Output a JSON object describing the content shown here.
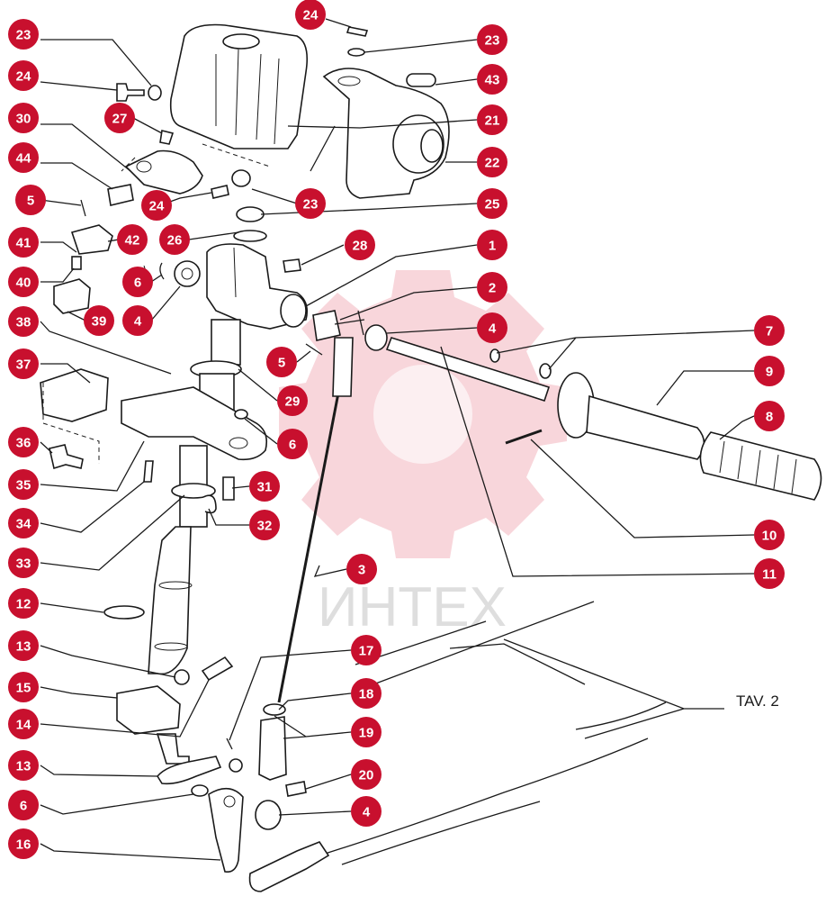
{
  "colors": {
    "badge": "#c8102e",
    "badge_text": "#ffffff",
    "ink": "#1a1a1a",
    "watermark": "#f2b5bd",
    "watermark_text": "#d9d9d9"
  },
  "watermark": {
    "text": "ИНТЕХ"
  },
  "reference": {
    "label": "TAV. 2"
  },
  "callouts": [
    {
      "id": "c-23a",
      "num": "23"
    },
    {
      "id": "c-24a",
      "num": "24"
    },
    {
      "id": "c-30",
      "num": "30"
    },
    {
      "id": "c-27",
      "num": "27"
    },
    {
      "id": "c-44",
      "num": "44"
    },
    {
      "id": "c-5a",
      "num": "5"
    },
    {
      "id": "c-24b",
      "num": "24"
    },
    {
      "id": "c-41",
      "num": "41"
    },
    {
      "id": "c-42",
      "num": "42"
    },
    {
      "id": "c-40",
      "num": "40"
    },
    {
      "id": "c-6a",
      "num": "6"
    },
    {
      "id": "c-4a",
      "num": "4"
    },
    {
      "id": "c-39",
      "num": "39"
    },
    {
      "id": "c-38",
      "num": "38"
    },
    {
      "id": "c-37",
      "num": "37"
    },
    {
      "id": "c-36",
      "num": "36"
    },
    {
      "id": "c-35",
      "num": "35"
    },
    {
      "id": "c-34",
      "num": "34"
    },
    {
      "id": "c-33",
      "num": "33"
    },
    {
      "id": "c-12",
      "num": "12"
    },
    {
      "id": "c-13a",
      "num": "13"
    },
    {
      "id": "c-15",
      "num": "15"
    },
    {
      "id": "c-14",
      "num": "14"
    },
    {
      "id": "c-13b",
      "num": "13"
    },
    {
      "id": "c-6b",
      "num": "6"
    },
    {
      "id": "c-16",
      "num": "16"
    },
    {
      "id": "c-24c",
      "num": "24"
    },
    {
      "id": "c-23b",
      "num": "23"
    },
    {
      "id": "c-43",
      "num": "43"
    },
    {
      "id": "c-21",
      "num": "21"
    },
    {
      "id": "c-22",
      "num": "22"
    },
    {
      "id": "c-23c",
      "num": "23"
    },
    {
      "id": "c-25",
      "num": "25"
    },
    {
      "id": "c-26",
      "num": "26"
    },
    {
      "id": "c-28",
      "num": "28"
    },
    {
      "id": "c-1",
      "num": "1"
    },
    {
      "id": "c-2",
      "num": "2"
    },
    {
      "id": "c-4b",
      "num": "4"
    },
    {
      "id": "c-5b",
      "num": "5"
    },
    {
      "id": "c-7",
      "num": "7"
    },
    {
      "id": "c-9",
      "num": "9"
    },
    {
      "id": "c-29",
      "num": "29"
    },
    {
      "id": "c-8",
      "num": "8"
    },
    {
      "id": "c-6c",
      "num": "6"
    },
    {
      "id": "c-31",
      "num": "31"
    },
    {
      "id": "c-32",
      "num": "32"
    },
    {
      "id": "c-10",
      "num": "10"
    },
    {
      "id": "c-11",
      "num": "11"
    },
    {
      "id": "c-3",
      "num": "3"
    },
    {
      "id": "c-17",
      "num": "17"
    },
    {
      "id": "c-18",
      "num": "18"
    },
    {
      "id": "c-19",
      "num": "19"
    },
    {
      "id": "c-20",
      "num": "20"
    },
    {
      "id": "c-4c",
      "num": "4"
    }
  ]
}
